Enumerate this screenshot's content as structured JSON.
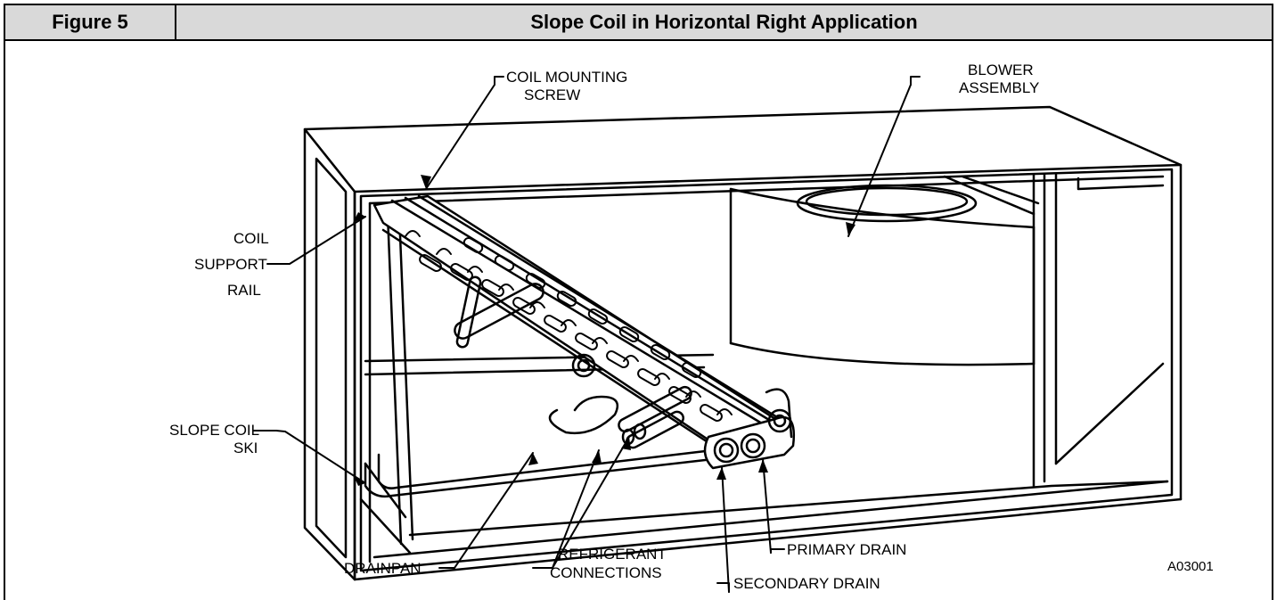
{
  "header": {
    "figure_label": "Figure 5",
    "title": "Slope Coil in Horizontal Right Application"
  },
  "labels": {
    "coil_mounting_screw_1": "COIL MOUNTING",
    "coil_mounting_screw_2": "SCREW",
    "blower_assembly_1": "BLOWER",
    "blower_assembly_2": "ASSEMBLY",
    "coil_support_rail_1": "COIL",
    "coil_support_rail_2": "SUPPORT",
    "coil_support_rail_3": "RAIL",
    "slope_coil_ski_1": "SLOPE COIL",
    "slope_coil_ski_2": "SKI",
    "drainpan": "DRAINPAN",
    "refrigerant_connections_1": "REFRIGERANT",
    "refrigerant_connections_2": "CONNECTIONS",
    "primary_drain": "PRIMARY DRAIN",
    "secondary_drain": "SECONDARY DRAIN",
    "figure_code": "A03001"
  }
}
